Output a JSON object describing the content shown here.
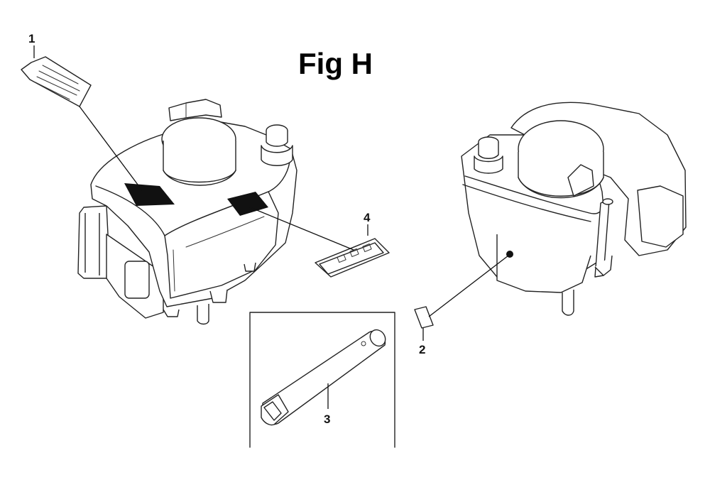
{
  "figure": {
    "title": "Fig H",
    "callouts": {
      "label_1": "1",
      "label_2": "2",
      "label_3": "3",
      "label_4": "4"
    }
  }
}
